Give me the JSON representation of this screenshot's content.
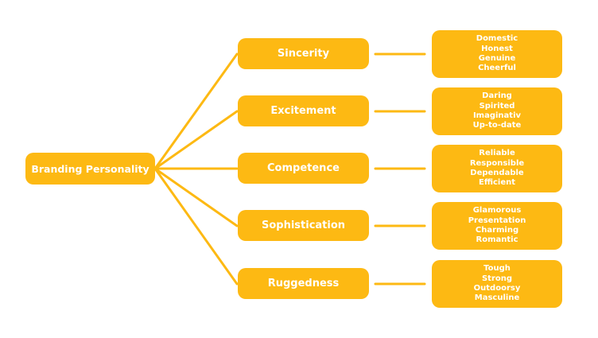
{
  "root": {
    "label": "Branding Personality"
  },
  "traits": [
    {
      "label": "Sincerity",
      "attributes": [
        "Domestic",
        "Honest",
        "Genuine",
        "Cheerful"
      ]
    },
    {
      "label": "Excitement",
      "attributes": [
        "Daring",
        "Spirited",
        "Imaginativ",
        "Up-to-date"
      ]
    },
    {
      "label": "Competence",
      "attributes": [
        "Reliable",
        "Responsible",
        "Dependable",
        "Efficient"
      ]
    },
    {
      "label": "Sophistication",
      "attributes": [
        "Glamorous",
        "Presentation",
        "Charming",
        "Romantic"
      ]
    },
    {
      "label": "Ruggedness",
      "attributes": [
        "Tough",
        "Strong",
        "Outdoorsy",
        "Masculine"
      ]
    }
  ],
  "colors": {
    "box": "#FDB913",
    "line": "#FDB913",
    "text": "#FFFFFF"
  }
}
